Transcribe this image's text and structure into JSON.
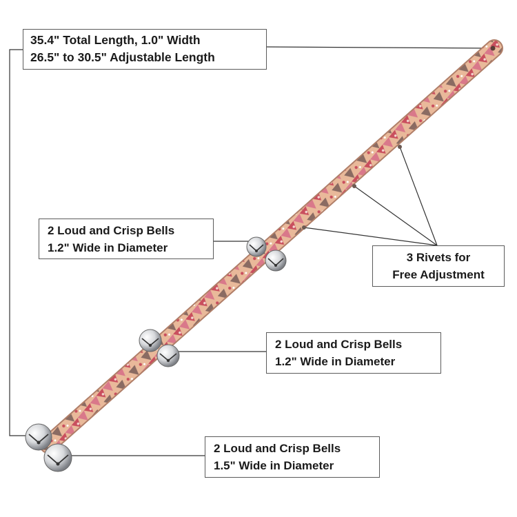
{
  "annotations": {
    "length": {
      "line1": "35.4\" Total Length, 1.0\" Width",
      "line2": "26.5\" to 30.5\" Adjustable Length"
    },
    "bells_top": {
      "line1": "2 Loud and Crisp Bells",
      "line2": "1.2\" Wide in Diameter"
    },
    "rivets": {
      "line1": "3 Rivets for",
      "line2": "Free Adjustment"
    },
    "bells_mid": {
      "line1": "2 Loud and Crisp Bells",
      "line2": "1.2\" Wide in Diameter"
    },
    "bells_bottom": {
      "line1": "2 Loud and Crisp Bells",
      "line2": "1.5\" Wide in Diameter"
    }
  },
  "colors": {
    "strap_base": "#e9b99a",
    "pattern_pink": "#d9788a",
    "pattern_red": "#c94f5e",
    "pattern_brown": "#8a6b62",
    "bell_silver": "#d7d9dc",
    "leader_line": "#333333"
  }
}
